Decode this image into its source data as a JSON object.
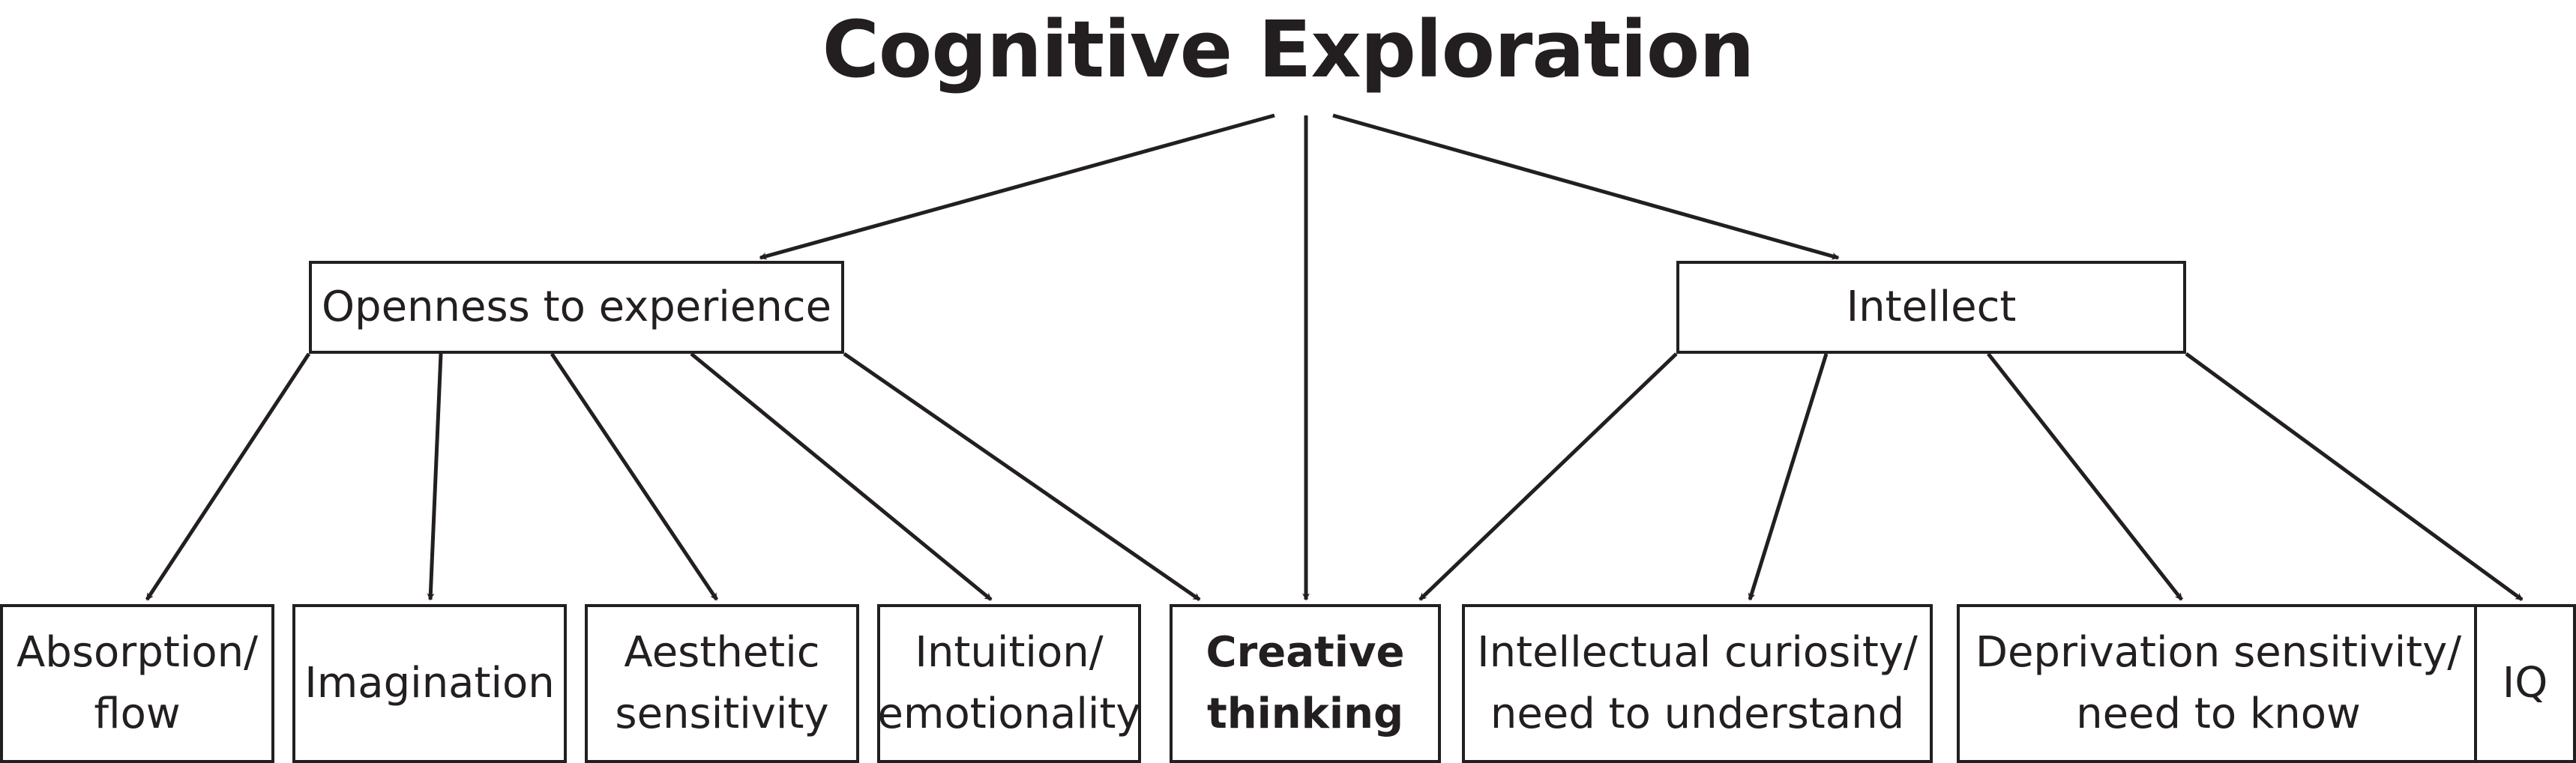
{
  "title": "Cognitive Exploration",
  "line_color": "#231f20",
  "mid": {
    "openness": "Openness to experience",
    "intellect": "Intellect"
  },
  "leaves": {
    "absorption": "Absorption/\nflow",
    "imagination": "Imagination",
    "aesthetic": "Aesthetic\nsensitivity",
    "intuition": "Intuition/\nemotionality",
    "creative": "Creative\nthinking",
    "curiosity": "Intellectual curiosity/\nneed to understand",
    "deprivation": "Deprivation sensitivity/\nneed to know",
    "iq": "IQ"
  }
}
